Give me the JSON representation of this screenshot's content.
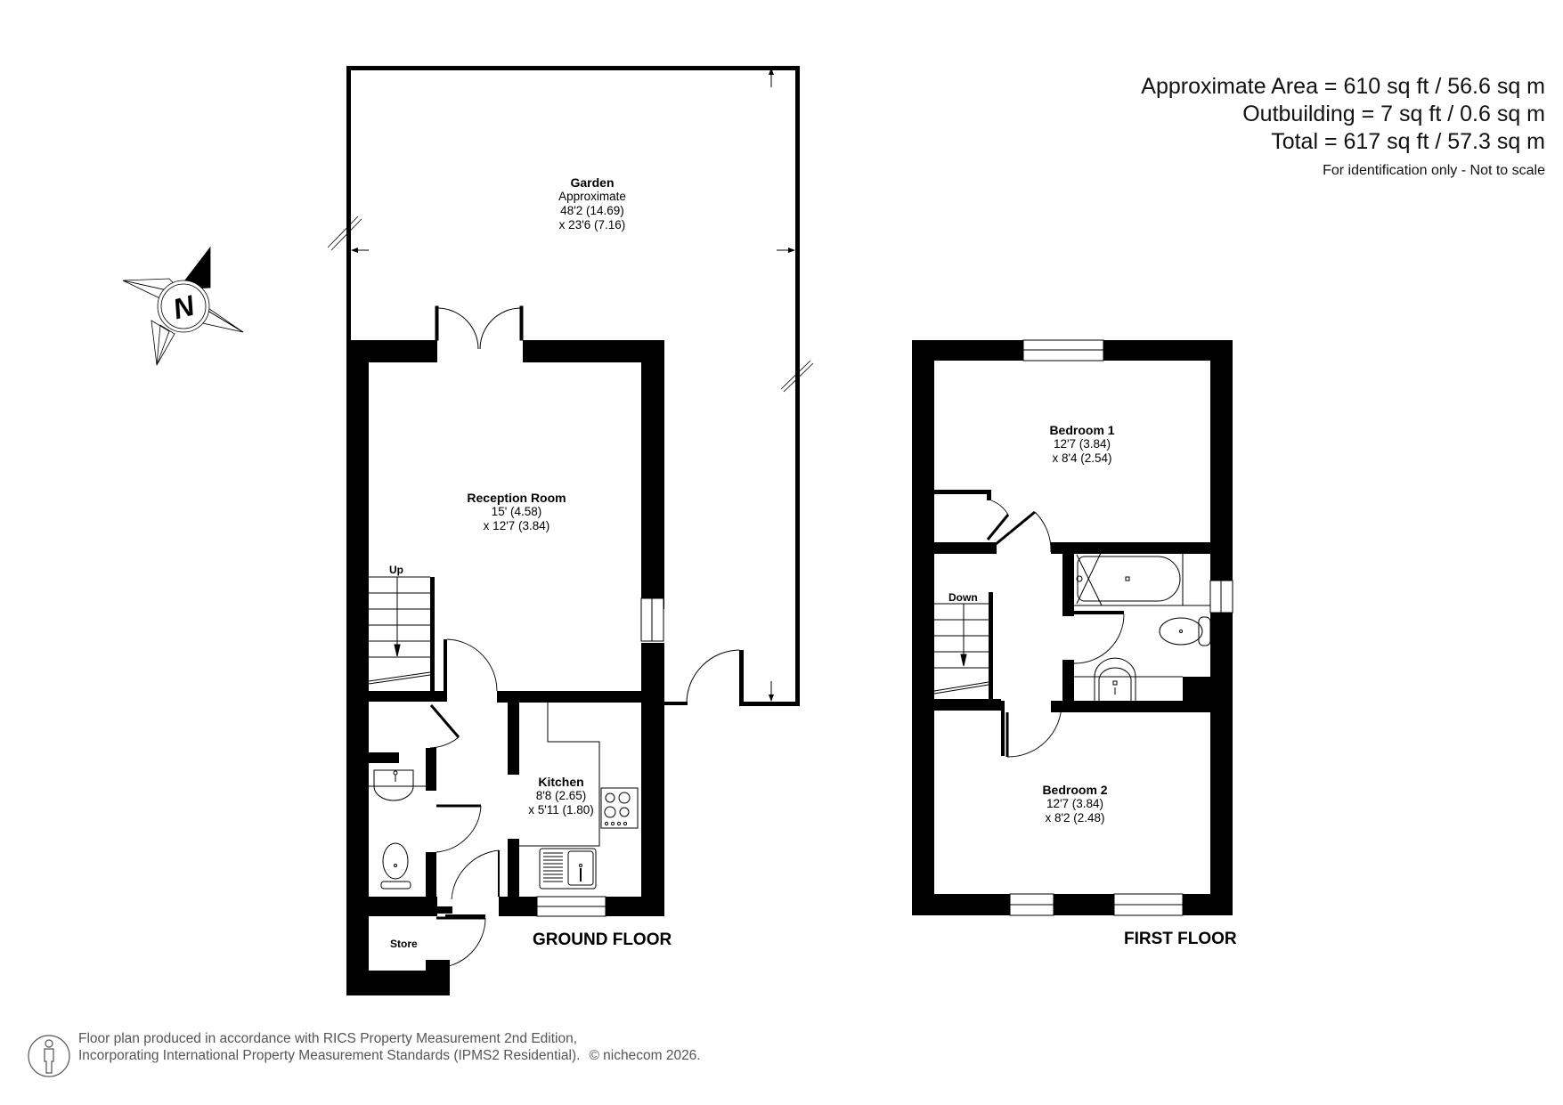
{
  "area_summary": {
    "approximate_area": "Approximate Area = 610 sq ft / 56.6 sq m",
    "outbuilding": "Outbuilding = 7 sq ft / 0.6 sq m",
    "total": "Total = 617 sq ft / 57.3 sq m",
    "note": "For identification only - Not to scale"
  },
  "compass": {
    "label": "N",
    "icon": "north-arrow-icon"
  },
  "ground_floor": {
    "title": "GROUND FLOOR",
    "rooms": [
      {
        "name": "Garden",
        "line1": "Approximate",
        "line2": "48'2 (14.69)",
        "line3": "x 23'6 (7.16)"
      },
      {
        "name": "Reception Room",
        "line1": "15' (4.58)",
        "line2": "x 12'7 (3.84)"
      },
      {
        "name": "Kitchen",
        "line1": "8'8 (2.65)",
        "line2": "x 5'11 (1.80)"
      },
      {
        "name": "Store"
      }
    ],
    "stairs_label": "Up"
  },
  "first_floor": {
    "title": "FIRST FLOOR",
    "rooms": [
      {
        "name": "Bedroom 1",
        "line1": "12'7 (3.84)",
        "line2": "x 8'4 (2.54)"
      },
      {
        "name": "Bedroom 2",
        "line1": "12'7 (3.84)",
        "line2": "x 8'2 (2.48)"
      }
    ],
    "stairs_label": "Down"
  },
  "footer": {
    "line1": "Floor plan produced in accordance with RICS Property Measurement 2nd Edition,",
    "line2": "Incorporating International Property Measurement Standards (IPMS2 Residential).",
    "copyright": "© nichecom 2026.",
    "icon": "person-icon"
  },
  "colors": {
    "wall": "#000000",
    "background": "#ffffff",
    "footer_text": "#555555",
    "line": "#000000"
  }
}
